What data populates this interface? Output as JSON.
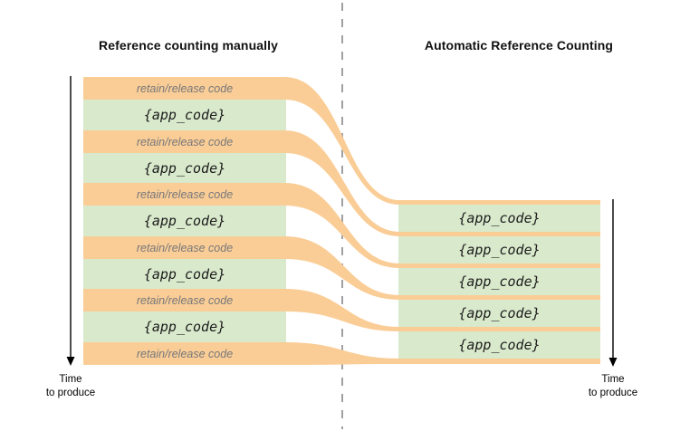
{
  "titles": {
    "left": "Reference counting manually",
    "right": "Automatic Reference Counting"
  },
  "labels": {
    "retain_release": "retain/release code",
    "app_code": "{app_code}"
  },
  "time_axis": {
    "left": {
      "line1": "Time",
      "line2": "to produce"
    },
    "right": {
      "line1": "Time",
      "line2": "to produce"
    }
  },
  "colors": {
    "flow_orange": "#FACD96",
    "code_green": "#D9E9CC",
    "retain_text": "#76777B",
    "code_text": "#1C1C1C",
    "divider_gray": "#A0A0A2",
    "arrow_black": "#000000",
    "title_text": "#111111"
  }
}
